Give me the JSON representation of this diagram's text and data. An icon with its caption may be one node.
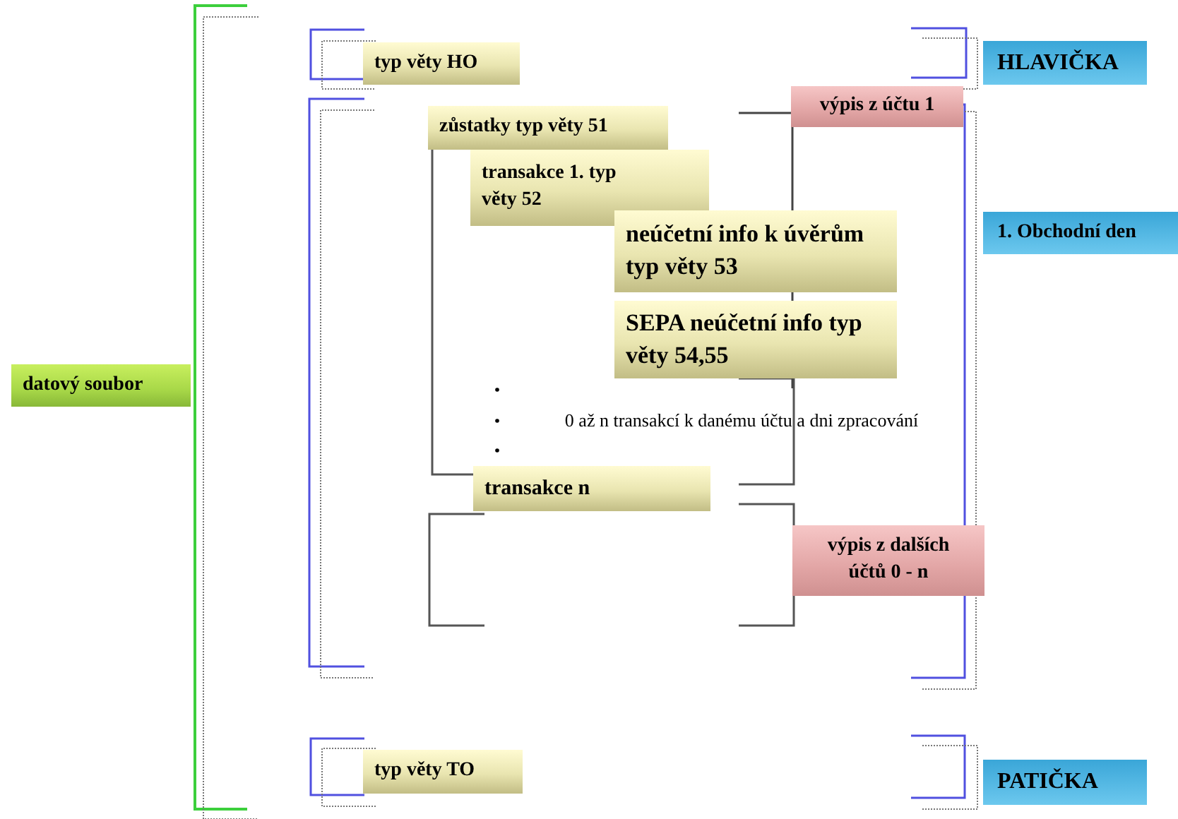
{
  "diagram": {
    "nodes": [
      {
        "text": [
          "datový soubor"
        ]
      },
      {
        "text": [
          "typ věty HO"
        ]
      },
      {
        "text": [
          "zůstatky typ věty 51"
        ]
      },
      {
        "text": [
          "transakce 1. typ věty 52"
        ]
      },
      {
        "text": [
          "neúčetní info k úvěrům typ věty 53"
        ]
      },
      {
        "text": [
          "SEPA neúčetní info typ věty 54,55"
        ]
      },
      {
        "text": [
          "transakce n"
        ]
      },
      {
        "text": [
          "typ věty TO"
        ]
      },
      {
        "text": [
          "výpis z účtu 1"
        ]
      },
      {
        "text": [
          "výpis z dalších účtů 0 - n"
        ]
      },
      {
        "text": [
          "HLAVIČKA"
        ]
      },
      {
        "text": [
          "1. Obchodní den"
        ]
      },
      {
        "text": [
          "PATIČKA"
        ]
      }
    ],
    "labels": [
      "0 až n transakcí k danému účtu a dni zpracování"
    ]
  }
}
